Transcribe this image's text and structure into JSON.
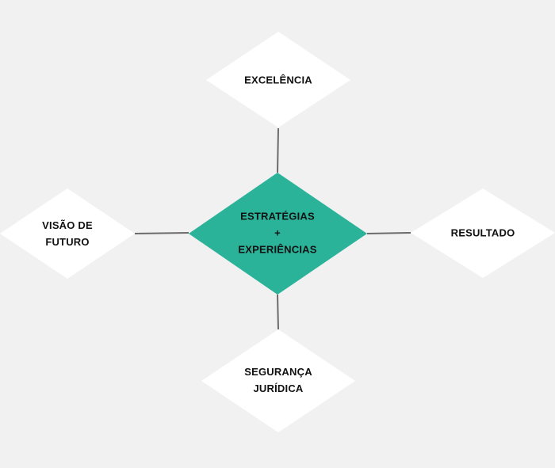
{
  "diagram": {
    "center": {
      "lines": [
        "ESTRATÉGIAS",
        "+",
        "EXPERIÊNCIAS"
      ],
      "color": "#2bb39a"
    },
    "top": {
      "lines": [
        "EXCELÊNCIA"
      ]
    },
    "left": {
      "lines": [
        "VISÃO DE",
        "FUTURO"
      ]
    },
    "right": {
      "lines": [
        "RESULTADO"
      ]
    },
    "bottom": {
      "lines": [
        "SEGURANÇA",
        "JURÍDICA"
      ]
    },
    "colors": {
      "background": "#f1f1f1",
      "outer_node": "#ffffff",
      "connector": "#6b6b6b"
    }
  }
}
